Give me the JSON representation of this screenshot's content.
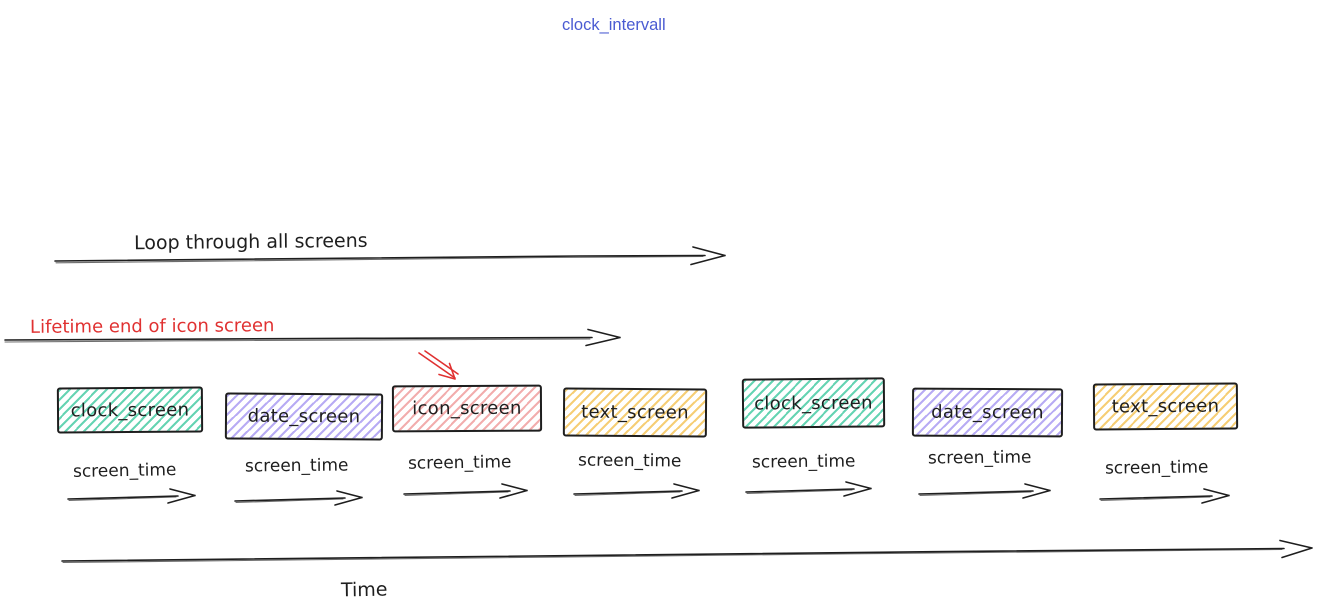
{
  "title": {
    "text": "clock_intervall"
  },
  "annotations": {
    "loop": "Loop through all screens",
    "lifetime": "Lifetime end of icon screen",
    "screen_time": "screen_time",
    "time_axis": "Time"
  },
  "screens": [
    {
      "label": "clock_screen",
      "fill": "#40c9a0"
    },
    {
      "label": "date_screen",
      "fill": "#ab9df2"
    },
    {
      "label": "icon_screen",
      "fill": "#f0a0a0",
      "pointed_by_red_arrow": true
    },
    {
      "label": "text_screen",
      "fill": "#f4c65e"
    },
    {
      "label": "clock_screen",
      "fill": "#40c9a0"
    },
    {
      "label": "date_screen",
      "fill": "#ab9df2"
    },
    {
      "label": "text_screen",
      "fill": "#f4c65e"
    }
  ],
  "colors": {
    "ink": "#1e1e1e",
    "annotation_red": "#e03131",
    "title_blue": "#4a5bd2"
  }
}
